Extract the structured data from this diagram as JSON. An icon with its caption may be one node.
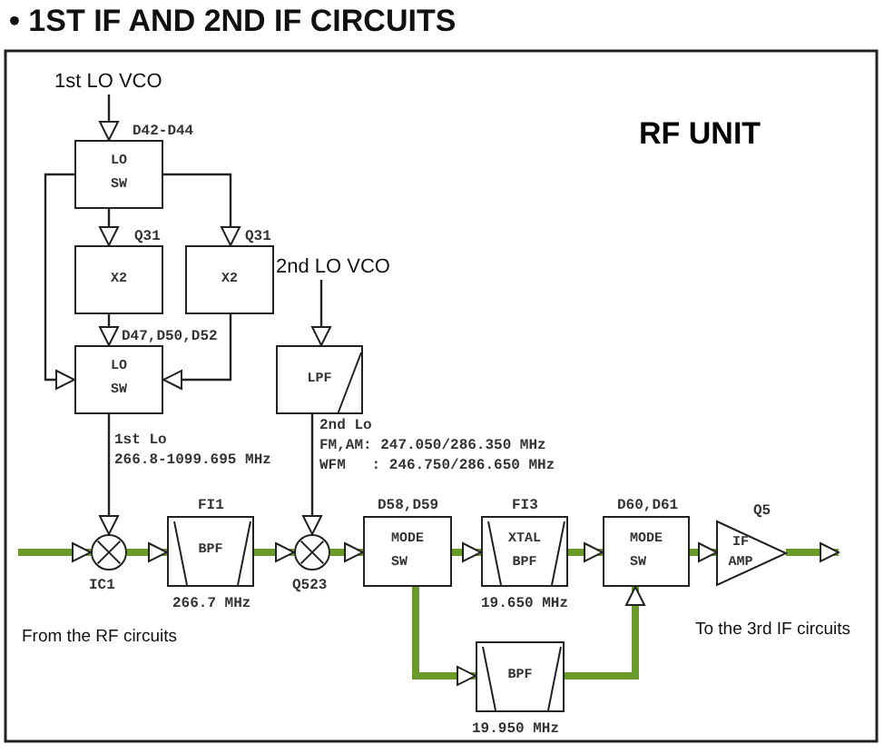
{
  "diagram": {
    "title": "• 1ST IF AND 2ND IF CIRCUITS",
    "nodes": [
      {
        "text": [
          "1st LO VCO"
        ]
      },
      {
        "text": [
          "LO SW"
        ],
        "beside": [
          "D42-D44"
        ]
      },
      {
        "text": [
          "X2"
        ],
        "beside": [
          "Q31"
        ]
      },
      {
        "text": [
          "X2"
        ],
        "beside": [
          "Q31"
        ]
      },
      {
        "text": [
          "LO SW"
        ],
        "beside": [
          "D47,D50,D52"
        ]
      },
      {
        "text": [
          "2nd LO VCO"
        ]
      },
      {
        "text": [
          "LPF"
        ]
      },
      {
        "text": [],
        "shape": "circle",
        "beside": [
          "IC1"
        ]
      },
      {
        "text": [
          "BPF"
        ],
        "beside": [
          "FI1",
          "266.7 MHz"
        ]
      },
      {
        "text": [],
        "shape": "circle",
        "beside": [
          "Q523"
        ]
      },
      {
        "text": [
          "MODE SW"
        ],
        "beside": [
          "D58,D59"
        ]
      },
      {
        "text": [
          "XTAL BPF"
        ],
        "beside": [
          "FI3",
          "19.650 MHz"
        ]
      },
      {
        "text": [
          "MODE SW"
        ],
        "beside": [
          "D60,D61"
        ]
      },
      {
        "text": [
          "IF AMP"
        ],
        "beside": [
          "Q5"
        ]
      },
      {
        "text": [
          "BPF"
        ],
        "beside": [
          "19.950 MHz"
        ]
      }
    ],
    "edges": [
      {
        "from": 0,
        "to": 1,
        "arrow": "to",
        "color": "#222222"
      },
      {
        "from": 1,
        "to": 2,
        "arrow": "to",
        "color": "#222222"
      },
      {
        "from": 1,
        "to": 3,
        "arrow": "to",
        "color": "#222222"
      },
      {
        "from": 1,
        "to": 4,
        "arrow": "to",
        "color": "#222222"
      },
      {
        "from": 2,
        "to": 4,
        "arrow": "to",
        "color": "#222222"
      },
      {
        "from": 3,
        "to": 4,
        "arrow": "to",
        "color": "#222222"
      },
      {
        "from": 4,
        "to": 7,
        "arrow": "to",
        "color": "#222222"
      },
      {
        "from": 5,
        "to": 6,
        "arrow": "to",
        "color": "#222222"
      },
      {
        "from": 6,
        "to": 9,
        "arrow": "to",
        "color": "#222222"
      },
      {
        "from": null,
        "to": 7,
        "arrow": "to"
      },
      {
        "from": 7,
        "to": 8,
        "arrow": "to"
      },
      {
        "from": 8,
        "to": 9,
        "arrow": "to"
      },
      {
        "from": 9,
        "to": 10,
        "arrow": "to"
      },
      {
        "from": 10,
        "to": 11,
        "arrow": "to"
      },
      {
        "from": 11,
        "to": 12,
        "arrow": "to"
      },
      {
        "from": 12,
        "to": 13,
        "arrow": "to"
      },
      {
        "from": 13,
        "to": null,
        "arrow": "to"
      },
      {
        "from": 10,
        "to": 14,
        "arrow": "to"
      },
      {
        "from": 14,
        "to": 12,
        "arrow": "to"
      }
    ],
    "labels": [
      "RF UNIT",
      "1st Lo",
      "266.8-1099.695 MHz",
      "2nd Lo",
      "FM,AM: 247.050/286.350 MHz",
      "WFM   : 246.750/286.650 MHz",
      "From the RF circuits",
      "To the 3rd IF circuits"
    ]
  }
}
